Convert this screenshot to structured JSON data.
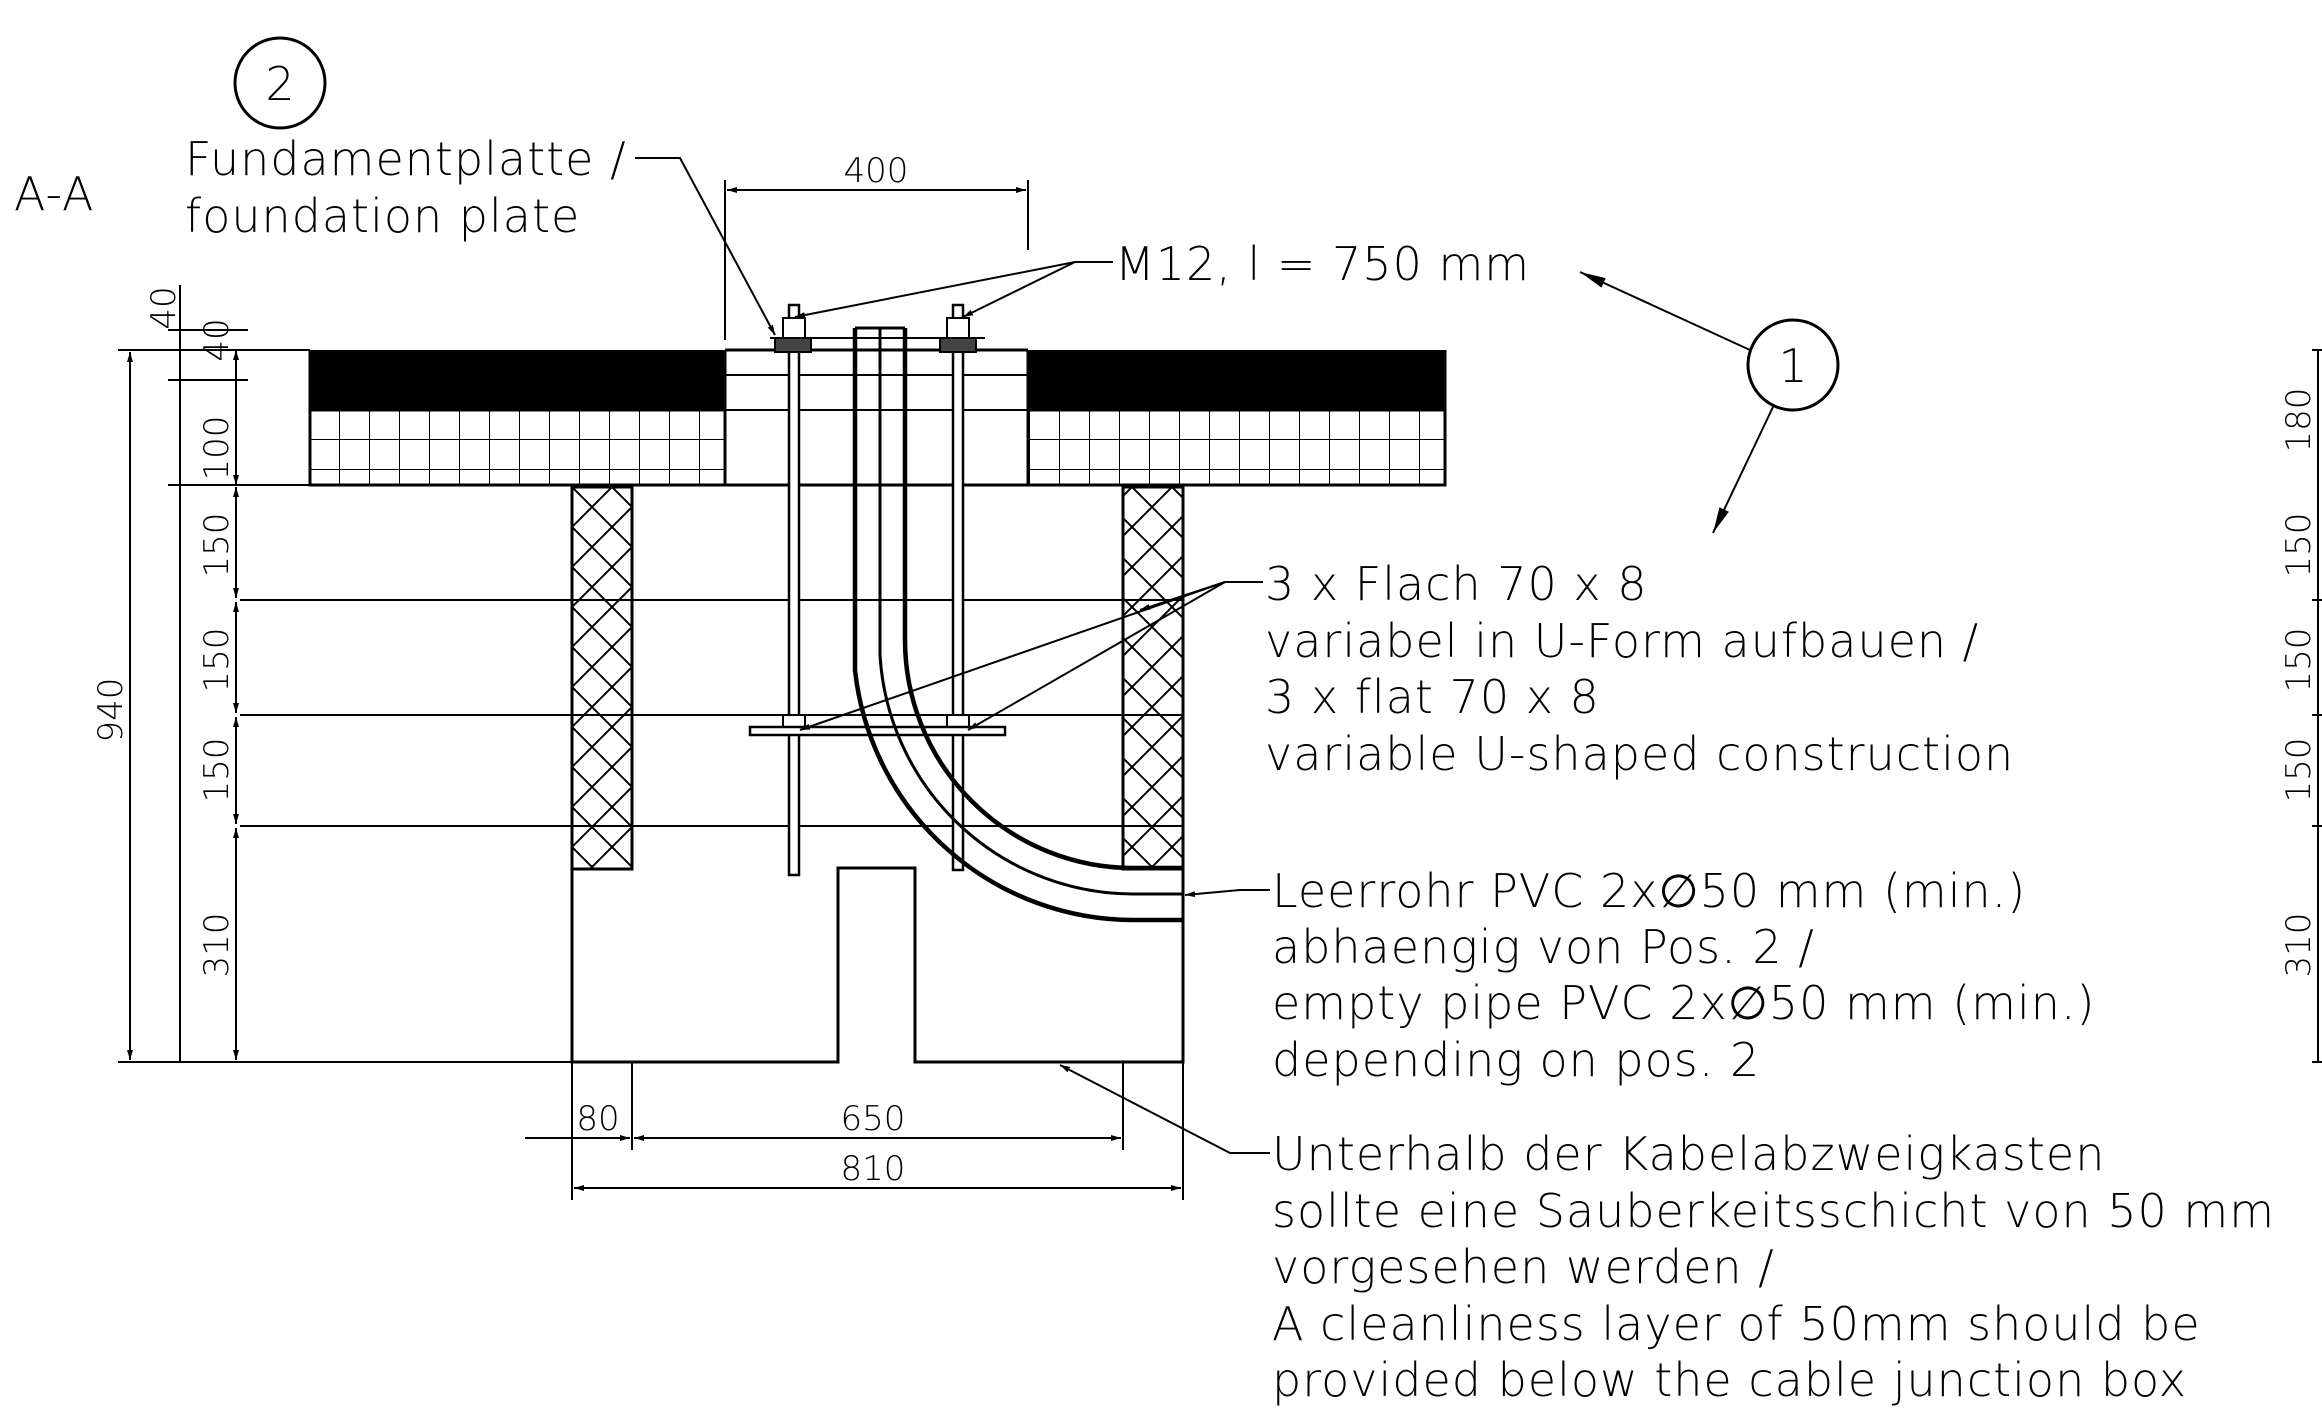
{
  "section_label": "A-A",
  "callouts": {
    "pos2": "2",
    "pos1": "1",
    "foundation_plate_de": "Fundamentplatte /",
    "foundation_plate_en": "foundation plate",
    "bolt": "M12, l = 750 mm",
    "flat_bar": [
      "3 x Flach 70 x 8",
      "variabel in U-Form aufbauen /",
      "3 x flat 70 x 8",
      "variable U-shaped construction"
    ],
    "pipe": [
      "Leerrohr PVC 2x∅50 mm (min.)",
      "abhaengig von Pos. 2 /",
      "empty pipe PVC 2x∅50 mm (min.)",
      "depending on pos. 2"
    ],
    "cleanliness": [
      "Unterhalb der Kabelabzweigkasten",
      "sollte eine Sauberkeitsschicht von 50 mm",
      "vorgesehen werden /",
      "A cleanliness layer of 50mm should be",
      "provided below the cable junction box"
    ]
  },
  "dimensions": {
    "top_width": "400",
    "total_height": "940",
    "left_stack": [
      "40",
      "40",
      "100",
      "150",
      "150",
      "150",
      "310"
    ],
    "right_stack": [
      "180",
      "150",
      "150",
      "150",
      "310"
    ],
    "bottom_80": "80",
    "bottom_650": "650",
    "bottom_810": "810"
  }
}
